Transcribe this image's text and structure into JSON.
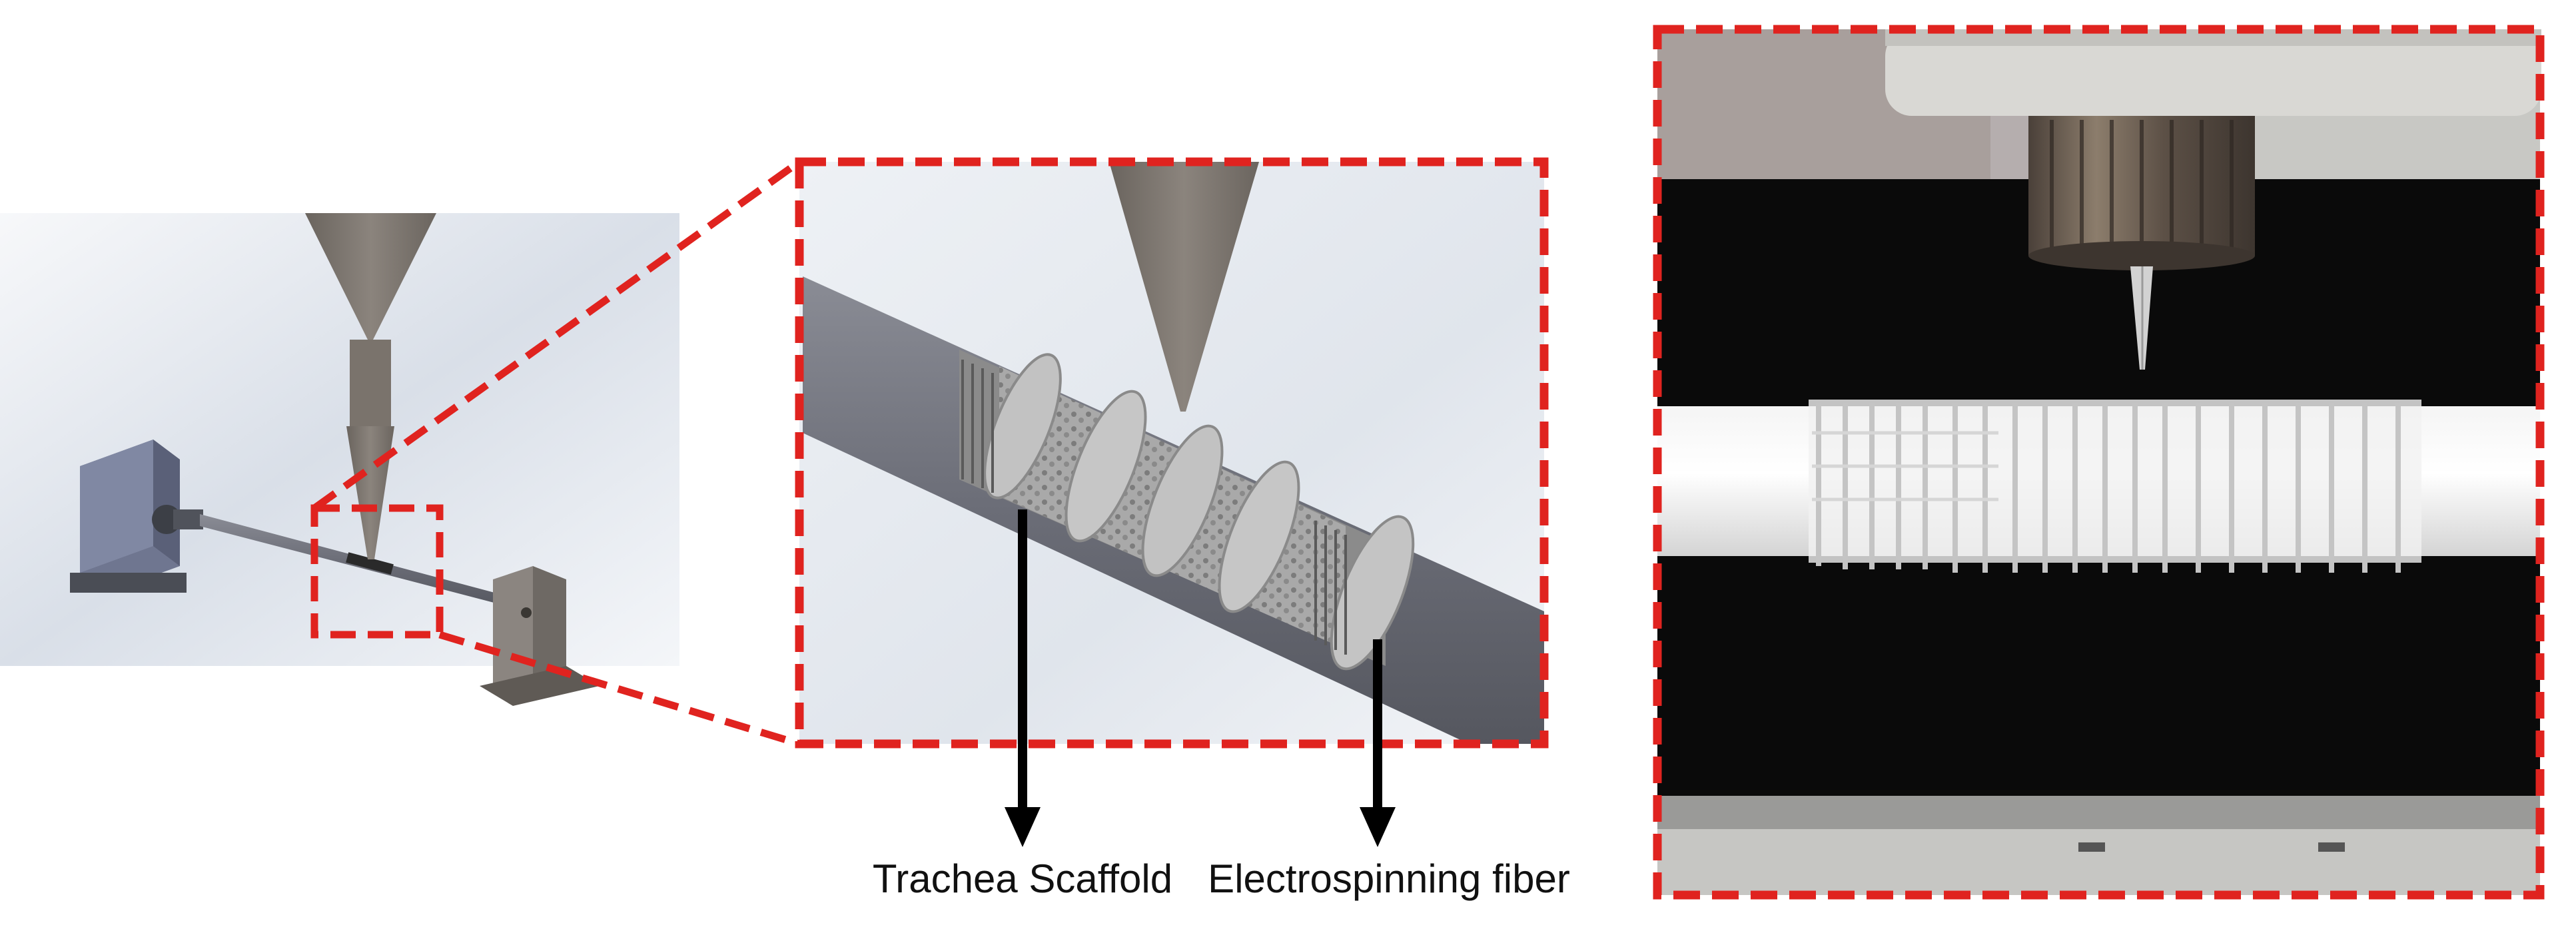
{
  "labels": {
    "left_callout": "Trachea Scaffold",
    "right_callout": "Electrospinning fiber"
  },
  "colors": {
    "highlight_box": "#e0231f",
    "arrow": "#000000",
    "nozzle": "#7d766f",
    "rod": "#6e7079",
    "scaffold": "#b9b9b9",
    "photo_background": "#0a0a0a"
  },
  "panels": [
    {
      "id": "overview",
      "description_name": "cad-overview-panel"
    },
    {
      "id": "zoom",
      "description_name": "cad-zoom-panel"
    },
    {
      "id": "photo",
      "description_name": "photo-panel"
    }
  ]
}
